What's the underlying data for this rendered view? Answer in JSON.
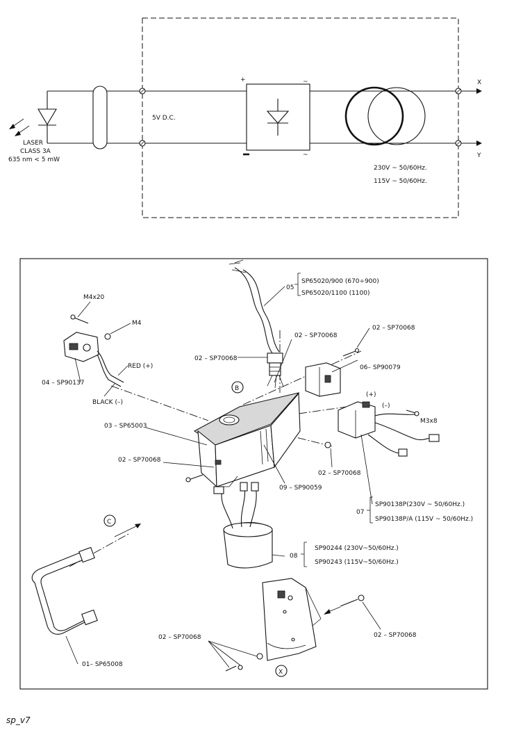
{
  "schematic": {
    "laser_label": [
      "LASER",
      "CLASS 3A",
      "635 nm < 5 mW"
    ],
    "dc_label": "5V D.C.",
    "plus": "+",
    "minus": "−",
    "tilde_top": "~",
    "tilde_bottom": "~",
    "output_x": "X",
    "output_y": "Y",
    "voltage_230": "230V ~ 50/60Hz.",
    "voltage_115": "115V ~ 50/60Hz."
  },
  "parts": {
    "p05": {
      "num": "05",
      "codes": [
        "SP65020/900  (670÷900)",
        "SP65020/1100 (1100)"
      ]
    },
    "p02_a": "02 – SP70068",
    "p02_b": "02 – SP70068",
    "p02_c": "02 – SP70068",
    "p02_d": "02 – SP70068",
    "p02_e": "02 – SP70068",
    "p02_f": "02 – SP70068",
    "p02_g": "02 – SP70068",
    "p06": "06– SP90079",
    "p04": "04 – SP90137",
    "p03": "03 – SP65003",
    "p09": "09 – SP90059",
    "p07": {
      "num": "07",
      "codes": [
        "SP90138P(230V ~ 50/60Hz.)",
        "SP90138P/A  (115V ~ 50/60Hz.)"
      ]
    },
    "p08": {
      "num": "08",
      "codes": [
        "SP90244  (230V~50/60Hz.)",
        "SP90243  (115V~50/60Hz.)"
      ]
    },
    "p01": "01– SP65008",
    "m4x20": "M4x20",
    "m4": "M4",
    "m3x8": "M3x8",
    "red": "RED (+)",
    "black": "BLACK (–)",
    "plus_mark": "(+)",
    "minus_mark": "(–)",
    "view_b": "B",
    "view_c": "C",
    "view_x": "X"
  },
  "footer": "sp_v7"
}
